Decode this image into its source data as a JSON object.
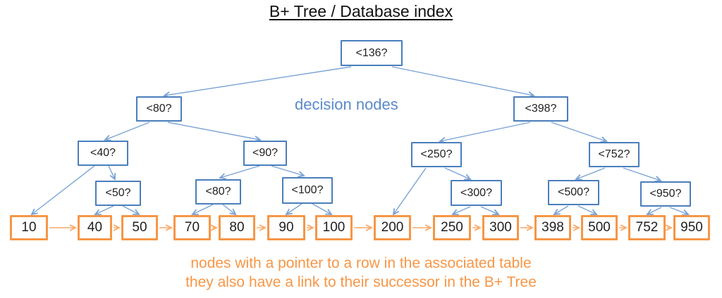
{
  "title": "B+ Tree / Database index",
  "labels": {
    "decision_nodes": "decision nodes",
    "leaf_note_line1": "nodes with a pointer to a row in the associated table",
    "leaf_note_line2": "they also have a link to their successor in the B+ Tree"
  },
  "colors": {
    "decision_node_border": "#4a7ebc",
    "decision_arrow": "#7aa3d6",
    "decision_label_text": "#5b8bc9",
    "leaf_node_border": "#f79646",
    "leaf_arrow": "#f9a968",
    "leaf_note_text": "#f79646",
    "node_text": "#1f1f1f",
    "title_text": "#111111"
  },
  "tree": {
    "decision_nodes": [
      {
        "label": "<136?"
      },
      {
        "label": "<80?"
      },
      {
        "label": "<398?"
      },
      {
        "label": "<40?"
      },
      {
        "label": "<90?"
      },
      {
        "label": "<250?"
      },
      {
        "label": "<752?"
      },
      {
        "label": "<50?"
      },
      {
        "label": "<80?"
      },
      {
        "label": "<100?"
      },
      {
        "label": "<300?"
      },
      {
        "label": "<500?"
      },
      {
        "label": "<950?"
      }
    ],
    "leaf_nodes": [
      "10",
      "40",
      "50",
      "70",
      "80",
      "90",
      "100",
      "200",
      "250",
      "300",
      "398",
      "500",
      "752",
      "950"
    ]
  }
}
